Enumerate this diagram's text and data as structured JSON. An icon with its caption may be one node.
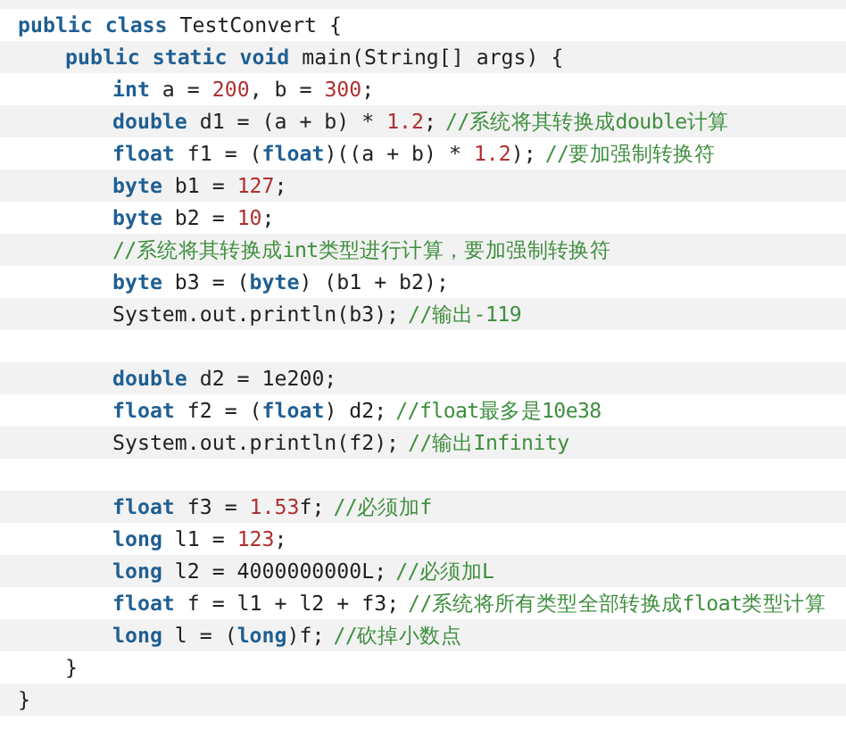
{
  "diagram": {
    "labels": [
      "**public class** TestConvert {",
      "**public static void** main(String[] args) {",
      "**int** a = 200, b = 300;",
      "**double** d1 = (a + b) * 1.2;",
      "//系统将其转换成double计算",
      "**float** f1 = (**float**)((a + b) * 1.2);",
      "//要加强制转换符",
      "**byte** b1 = 127;",
      "**byte** b2 = 10;",
      "//系统将其转换成int类型进行计算，要加强制转换符",
      "**byte** b3 = (**byte**) (b1 + b2);",
      "System.out.println(b3);",
      "//输出-119",
      "**double** d2 = 1e200;",
      "**float** f2 = (**float**) d2;",
      "//float最多是10e38",
      "System.out.println(f2);",
      "//输出Infinity",
      "**float** f3 = 1.53f;",
      "//必须加f",
      "**long** l1 = 123;",
      "**long** l2 = 4000000000L;",
      "//必须加L",
      "**float** f = l1 + l2 + f3;",
      "//系统将所有类型全部转换成float类型计算",
      "**long** l = (**long**)f;",
      "//砍掉小数点",
      "}",
      "}"
    ]
  }
}
